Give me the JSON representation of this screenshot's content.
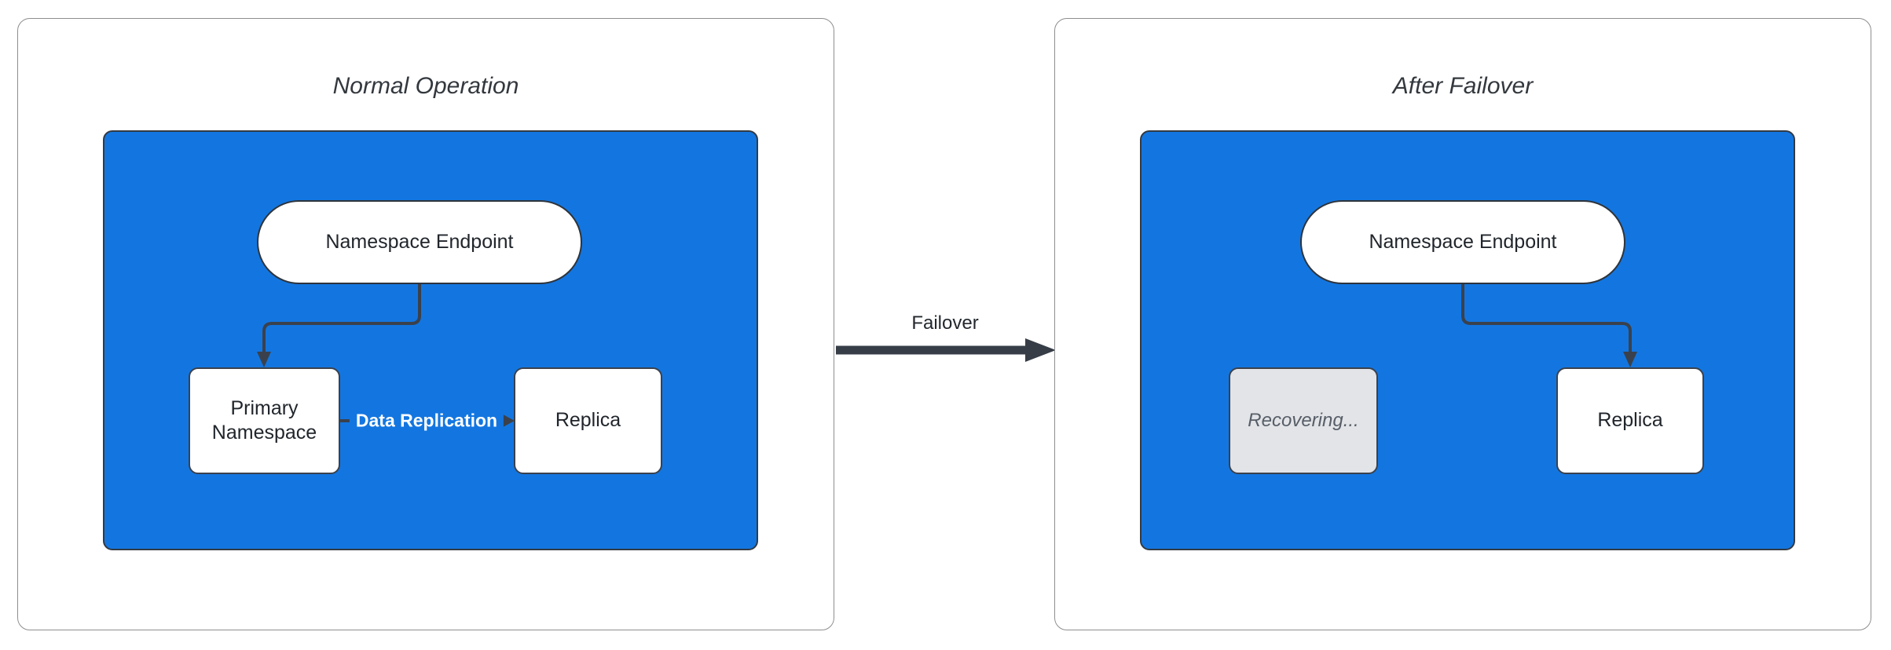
{
  "diagram": {
    "panels": [
      {
        "title": "Normal Operation",
        "endpoint_label": "Namespace Endpoint",
        "left_node": "Primary Namespace",
        "right_node": "Replica",
        "edge_label": "Data Replication"
      },
      {
        "title": "After Failover",
        "endpoint_label": "Namespace Endpoint",
        "left_node": "Recovering...",
        "right_node": "Replica"
      }
    ],
    "transition_label": "Failover",
    "colors": {
      "container_fill": "#1376E0",
      "edge_stroke": "#3A414C",
      "node_border": "#333A43",
      "panel_border": "#8E8E8E",
      "recovering_fill": "#E2E4E7",
      "recovering_text": "#575E68",
      "edge_label_text": "#FFFFFF",
      "title_text": "#33383E"
    }
  }
}
